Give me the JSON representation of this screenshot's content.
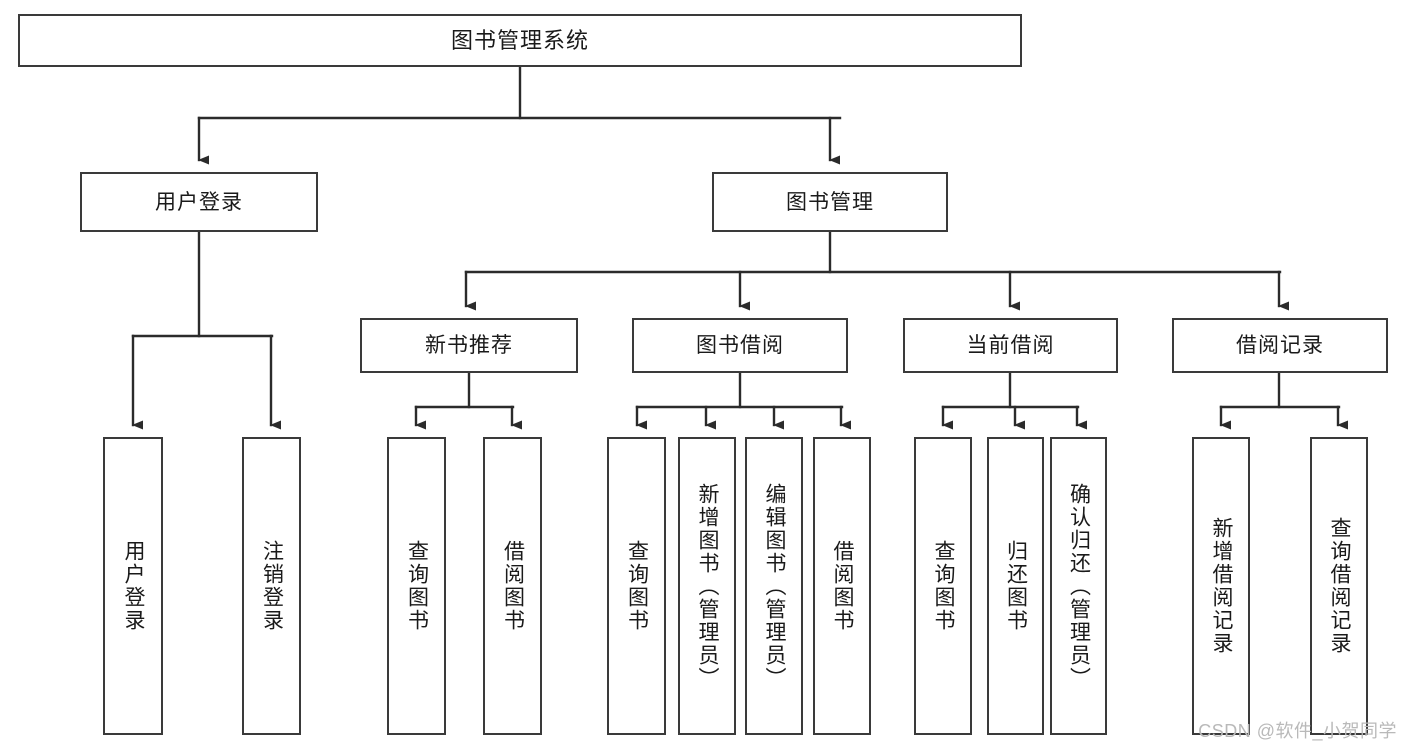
{
  "diagram": {
    "title": "图书管理系统",
    "type": "tree",
    "watermark": "CSDN @软件_小贺同学",
    "colors": {
      "box_border": "#3a3a3a",
      "box_fill": "#ffffff",
      "connector": "#2b2b2b",
      "text": "#1a1a1a",
      "watermark": "#b9b9b9"
    },
    "root": {
      "label": "图书管理系统"
    },
    "level2": [
      {
        "label": "用户登录"
      },
      {
        "label": "图书管理"
      }
    ],
    "level3": [
      {
        "label": "新书推荐"
      },
      {
        "label": "图书借阅"
      },
      {
        "label": "当前借阅"
      },
      {
        "label": "借阅记录"
      }
    ],
    "leaves": {
      "user_login": [
        {
          "label": "用户登录"
        },
        {
          "label": "注销登录"
        }
      ],
      "new_book": [
        {
          "label": "查询图书"
        },
        {
          "label": "借阅图书"
        }
      ],
      "borrow_book": [
        {
          "label": "查询图书"
        },
        {
          "label": "新增图书（管理员）"
        },
        {
          "label": "编辑图书（管理员）"
        },
        {
          "label": "借阅图书"
        }
      ],
      "current_borrow": [
        {
          "label": "查询图书"
        },
        {
          "label": "归还图书"
        },
        {
          "label": "确认归还（管理员）"
        }
      ],
      "borrow_record": [
        {
          "label": "新增借阅记录"
        },
        {
          "label": "查询借阅记录"
        }
      ]
    }
  }
}
